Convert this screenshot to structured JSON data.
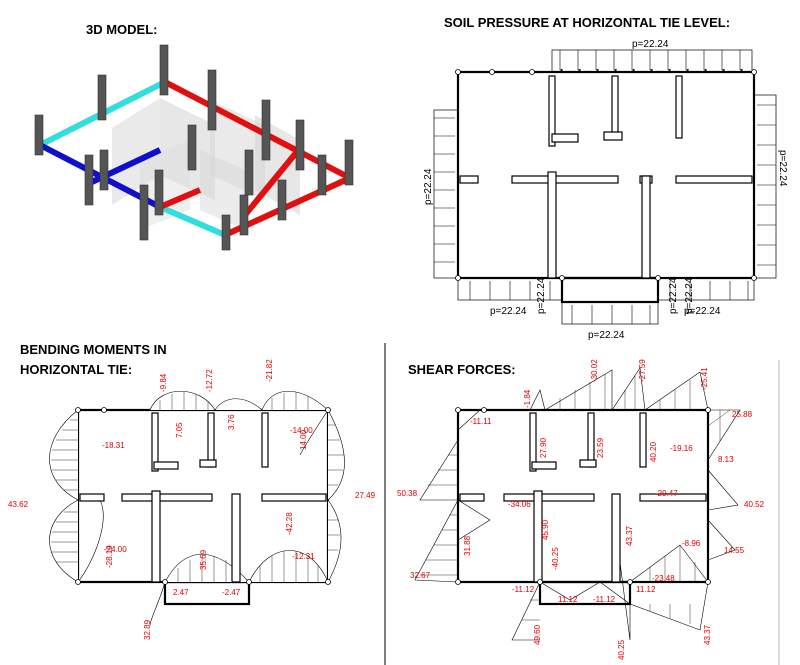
{
  "panels": {
    "model": {
      "title": "3D MODEL:"
    },
    "soil": {
      "title": "SOIL PRESSURE AT HORIZONTAL TIE LEVEL:",
      "p_top": "p=22.24",
      "p_left": "p=22.24",
      "p_right": "p=22.24",
      "p_bottom_left": "p=22.24",
      "p_bottom_right": "p=22.24",
      "p_bottom_mid": "p=22.24",
      "p_small_a": "p=22.24",
      "p_small_b": "p=22.24",
      "p_small_c": "p=22.24"
    },
    "moment": {
      "title_1": "BENDING MOMENTS IN",
      "title_2": "HORIZONTAL TIE:",
      "labels": [
        "-9.84",
        "-12.72",
        "-21.82",
        "7.05",
        "3.76",
        "-14.00",
        "14.00",
        "-18.31",
        "43.62",
        "27.49",
        "-28.19",
        "-24.00",
        "35.69",
        "-42.28",
        "-12.31",
        "2.47",
        "-2.47",
        "32.89"
      ]
    },
    "shear": {
      "title": "SHEAR FORCES:",
      "labels": [
        "-1.84",
        "-30.02",
        "-27.59",
        "-25.41",
        "-11.11",
        "27.90",
        "23.59",
        "40.20",
        "-19.16",
        "25.88",
        "8.13",
        "50.38",
        "-29.47",
        "-34.06",
        "40.52",
        "31.88",
        "45.90",
        "43.37",
        "-8.96",
        "14.55",
        "-40.25",
        "-23.48",
        "32.67",
        "-11.12",
        "11.12",
        "-11.12",
        "11.12",
        "49.60",
        "40.25",
        "43.37"
      ]
    }
  }
}
